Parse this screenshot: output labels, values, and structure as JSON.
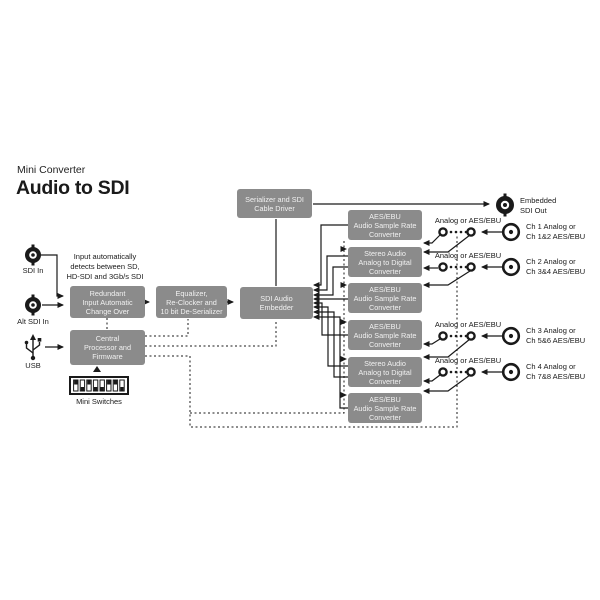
{
  "title": {
    "product": "Mini Converter",
    "model": "Audio to SDI"
  },
  "inputs": {
    "sdi_in_label": "SDI In",
    "alt_sdi_in_label": "Alt SDI In",
    "usb_label": "USB",
    "mini_switches_label": "Mini Switches",
    "auto_detect_note": "Input automatically\ndetects between SD,\nHD-SDI and 3Gb/s SDI"
  },
  "blocks": {
    "redundant": "Redundant\nInput Automatic\nChange Over",
    "equalizer": "Equalizer,\nRe-Clocker and\n10 bit De-Serializer",
    "processor": "Central\nProcessor and\nFirmware",
    "embedder": "SDI Audio\nEmbedder",
    "serializer": "Serializer and SDI\nCable Driver"
  },
  "converters": [
    {
      "label": "AES/EBU\nAudio Sample Rate\nConverter"
    },
    {
      "label": "Stereo Audio\nAnalog to Digital\nConverter"
    },
    {
      "label": "AES/EBU\nAudio Sample Rate\nConverter"
    },
    {
      "label": "AES/EBU\nAudio Sample Rate\nConverter"
    },
    {
      "label": "Stereo Audio\nAnalog to Digital\nConverter"
    },
    {
      "label": "AES/EBU\nAudio Sample Rate\nConverter"
    }
  ],
  "outputs": {
    "embedded_out_label": "Embedded\nSDI Out",
    "channels": [
      {
        "switch_label": "Analog or AES/EBU",
        "channel_label": "Ch 1 Analog or\nCh 1&2 AES/EBU"
      },
      {
        "switch_label": "Analog or AES/EBU",
        "channel_label": "Ch 2 Analog or\nCh 3&4 AES/EBU"
      },
      {
        "switch_label": "Analog or AES/EBU",
        "channel_label": "Ch 3 Analog or\nCh 5&6 AES/EBU"
      },
      {
        "switch_label": "Analog or AES/EBU",
        "channel_label": "Ch 4 Analog or\nCh 7&8 AES/EBU"
      }
    ]
  },
  "colors": {
    "block_fill": "#8b8b8b",
    "block_text": "#f1f1f1",
    "line": "#1a1a1a",
    "background": "#ffffff"
  }
}
